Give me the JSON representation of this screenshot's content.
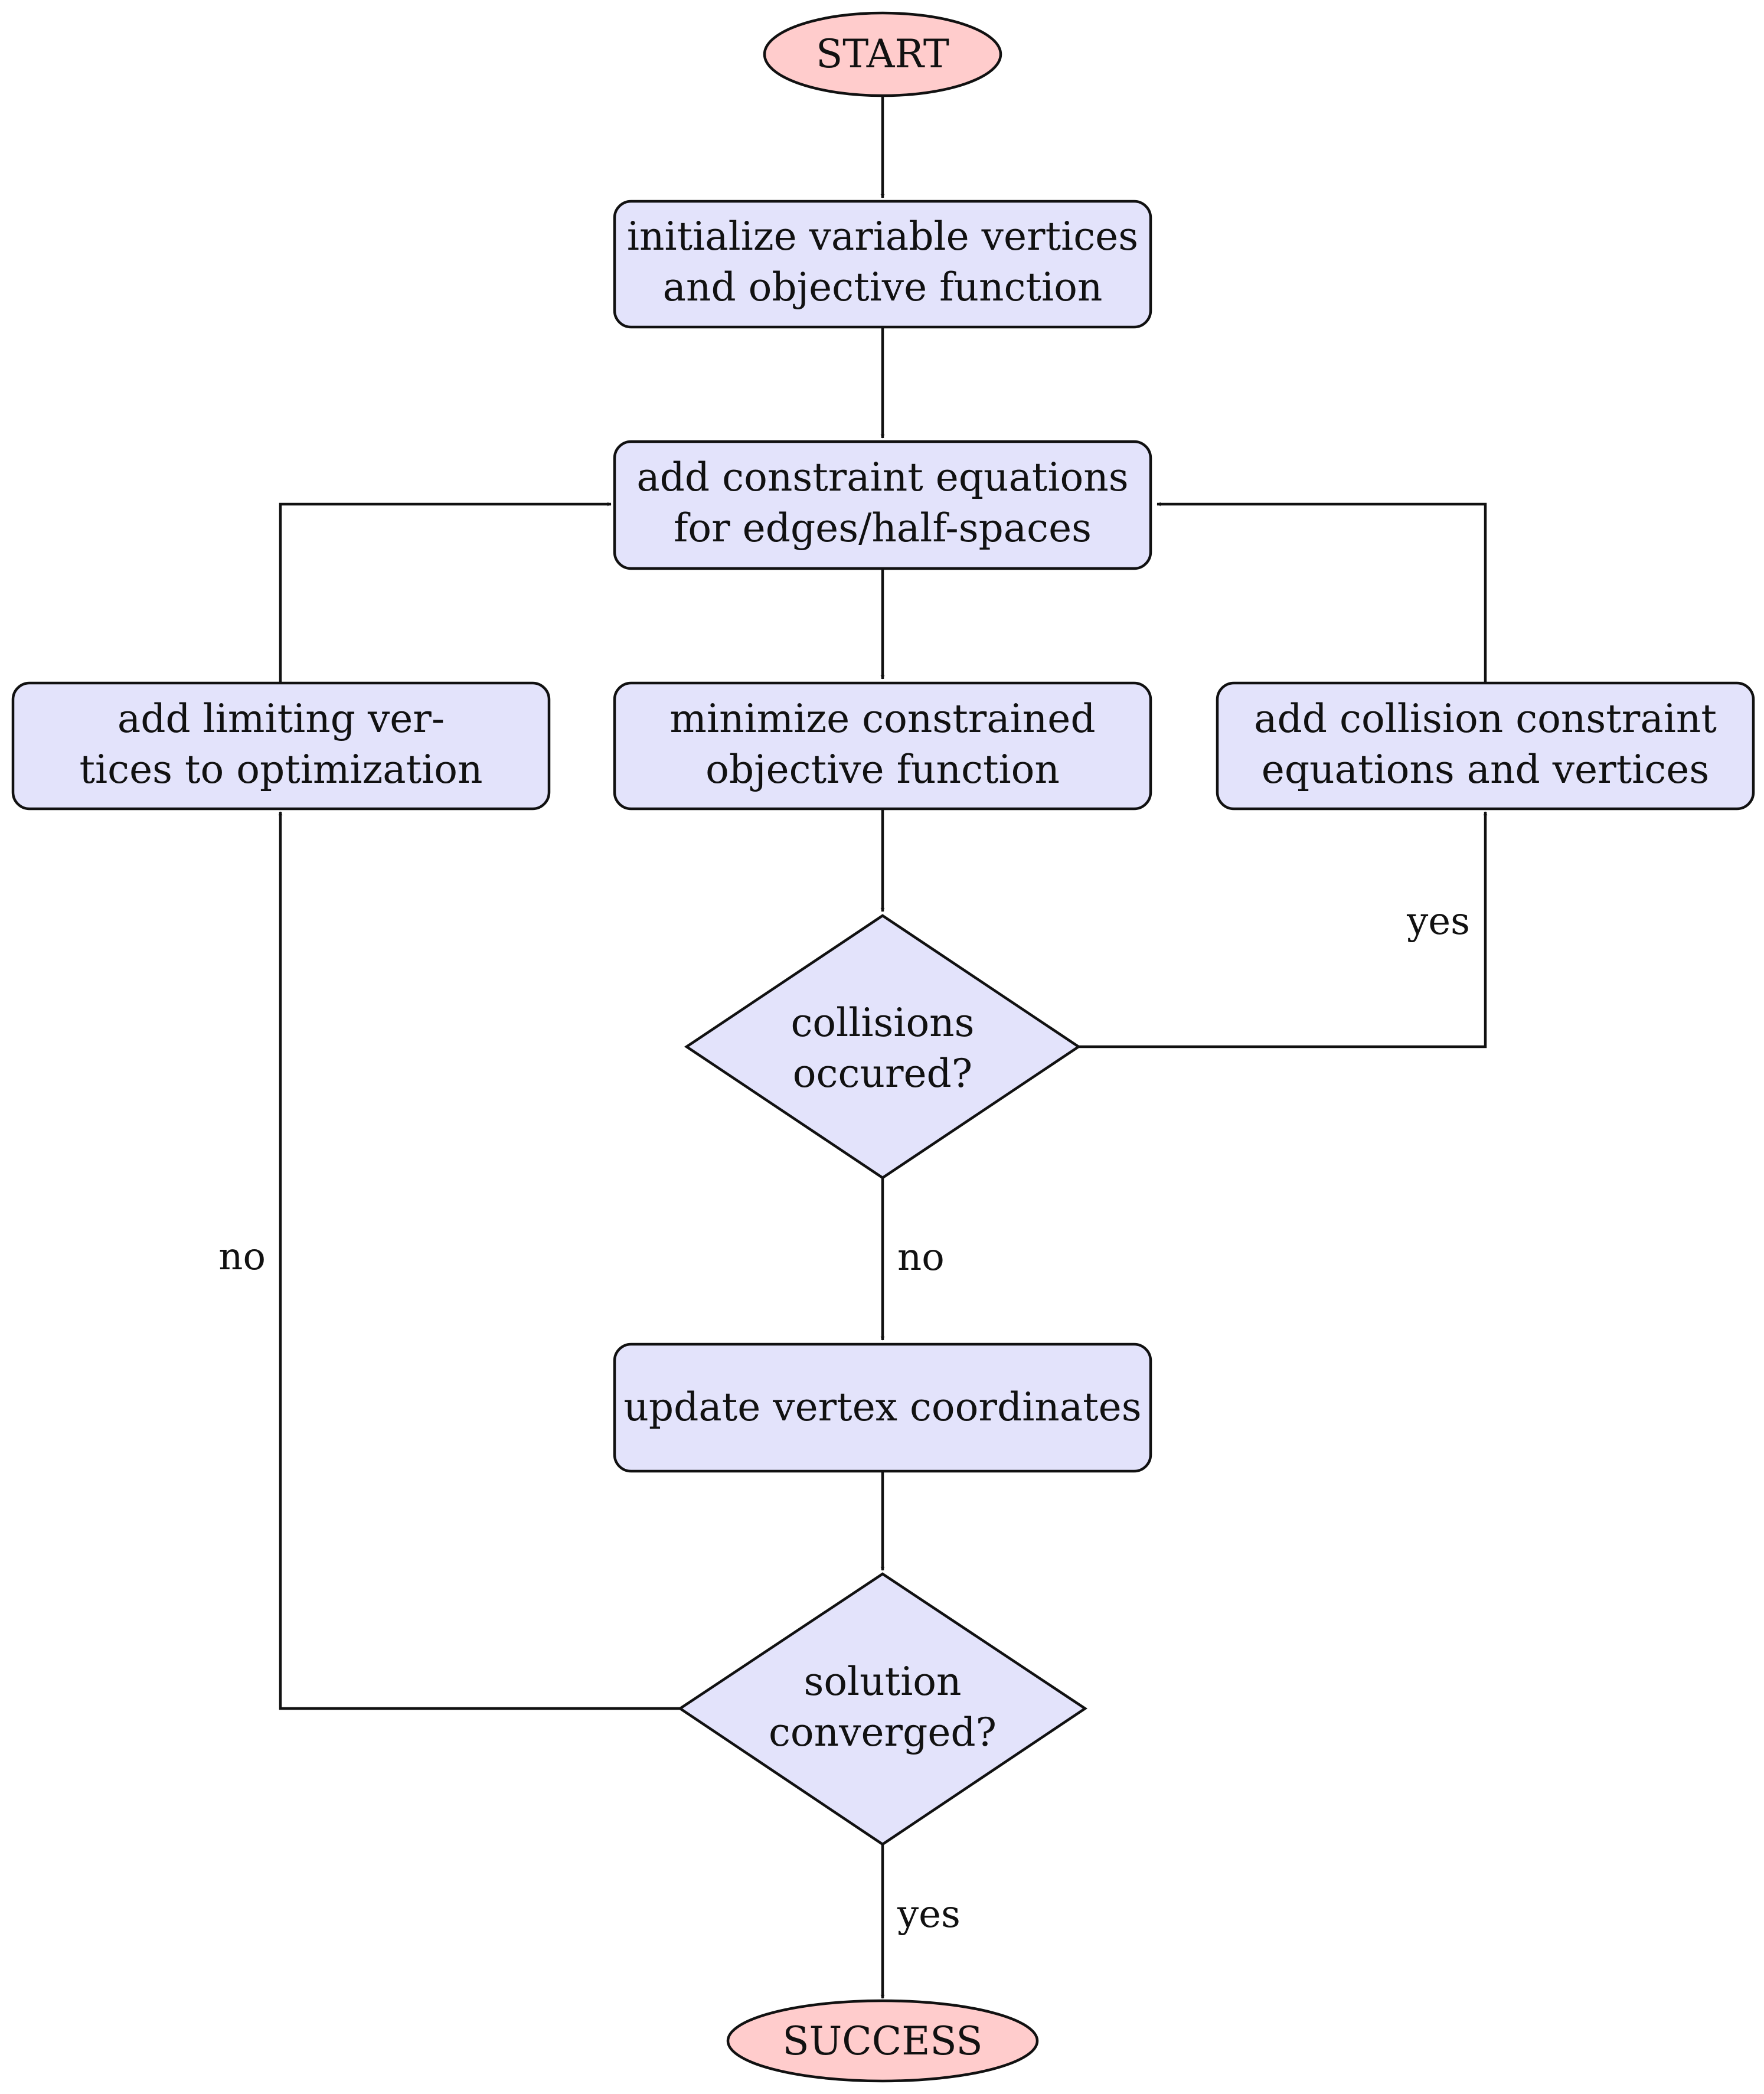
{
  "nodes": {
    "start": {
      "lines": [
        "START"
      ]
    },
    "init": {
      "lines": [
        "initialize variable vertices",
        "and objective function"
      ]
    },
    "constraints": {
      "lines": [
        "add constraint equations",
        "for edges/half-spaces"
      ]
    },
    "limiting": {
      "lines": [
        "add limiting ver-",
        "tices to optimization"
      ]
    },
    "minimize": {
      "lines": [
        "minimize constrained",
        "objective function"
      ]
    },
    "collision_add": {
      "lines": [
        "add collision constraint",
        "equations and vertices"
      ]
    },
    "collisions_q": {
      "lines": [
        "collisions",
        "occured?"
      ]
    },
    "update": {
      "lines": [
        "update vertex coordinates"
      ]
    },
    "converged_q": {
      "lines": [
        "solution",
        "converged?"
      ]
    },
    "success": {
      "lines": [
        "SUCCESS"
      ]
    }
  },
  "edge_labels": {
    "collisions_yes": "yes",
    "collisions_no": "no",
    "converged_no": "no",
    "converged_yes": "yes"
  },
  "colors": {
    "process_fill": "#e3e3fb",
    "terminal_fill": "#ffcccc",
    "stroke": "#111111"
  }
}
